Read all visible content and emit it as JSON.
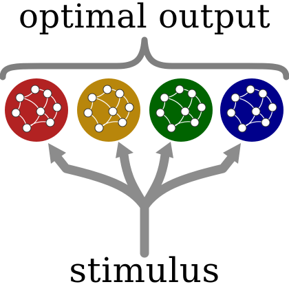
{
  "labels": {
    "output": "optimal output",
    "input": "stimulus"
  },
  "colors": {
    "brace": "#7f7f7f",
    "arrows": "#8c8c8c",
    "node_fill": "#ffffff",
    "node_stroke": "#333333",
    "edge": "#ffffff"
  },
  "networks": [
    {
      "name": "red-network",
      "color": "#b22222"
    },
    {
      "name": "gold-network",
      "color": "#b8860b"
    },
    {
      "name": "green-network",
      "color": "#006400"
    },
    {
      "name": "blue-network",
      "color": "#00008b"
    }
  ]
}
